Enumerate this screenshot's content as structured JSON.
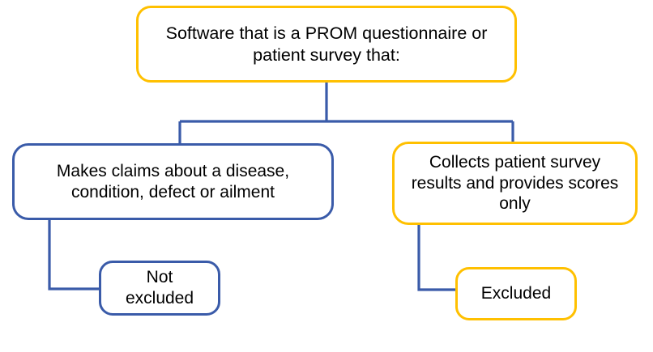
{
  "diagram": {
    "type": "flowchart",
    "title_text": "Software that is a PROM questionnaire or patient survey that:",
    "colors": {
      "amber": "#FFC000",
      "blue": "#3A5BA9",
      "text": "#000000",
      "background": "#FFFFFF"
    },
    "nodes": [
      {
        "id": "root",
        "label": "Software that is a PROM questionnaire or\npatient survey that:",
        "border_color": "#FFC000"
      },
      {
        "id": "claims",
        "label": "Makes claims about a disease,\ncondition, defect or ailment",
        "border_color": "#3A5BA9"
      },
      {
        "id": "collects",
        "label": "Collects patient survey\nresults and provides scores\nonly",
        "border_color": "#FFC000"
      },
      {
        "id": "not-excluded",
        "label": "Not\nexcluded",
        "border_color": "#3A5BA9"
      },
      {
        "id": "excluded",
        "label": "Excluded",
        "border_color": "#FFC000"
      }
    ],
    "edges": [
      {
        "id": "root-to-claims",
        "from": "root",
        "to": "claims",
        "color": "#3A5BA9"
      },
      {
        "id": "root-to-collects",
        "from": "root",
        "to": "collects",
        "color": "#3A5BA9"
      },
      {
        "id": "claims-to-not-excluded",
        "from": "claims",
        "to": "not-excluded",
        "color": "#3A5BA9"
      },
      {
        "id": "collects-to-excluded",
        "from": "collects",
        "to": "excluded",
        "color": "#3A5BA9"
      }
    ]
  }
}
